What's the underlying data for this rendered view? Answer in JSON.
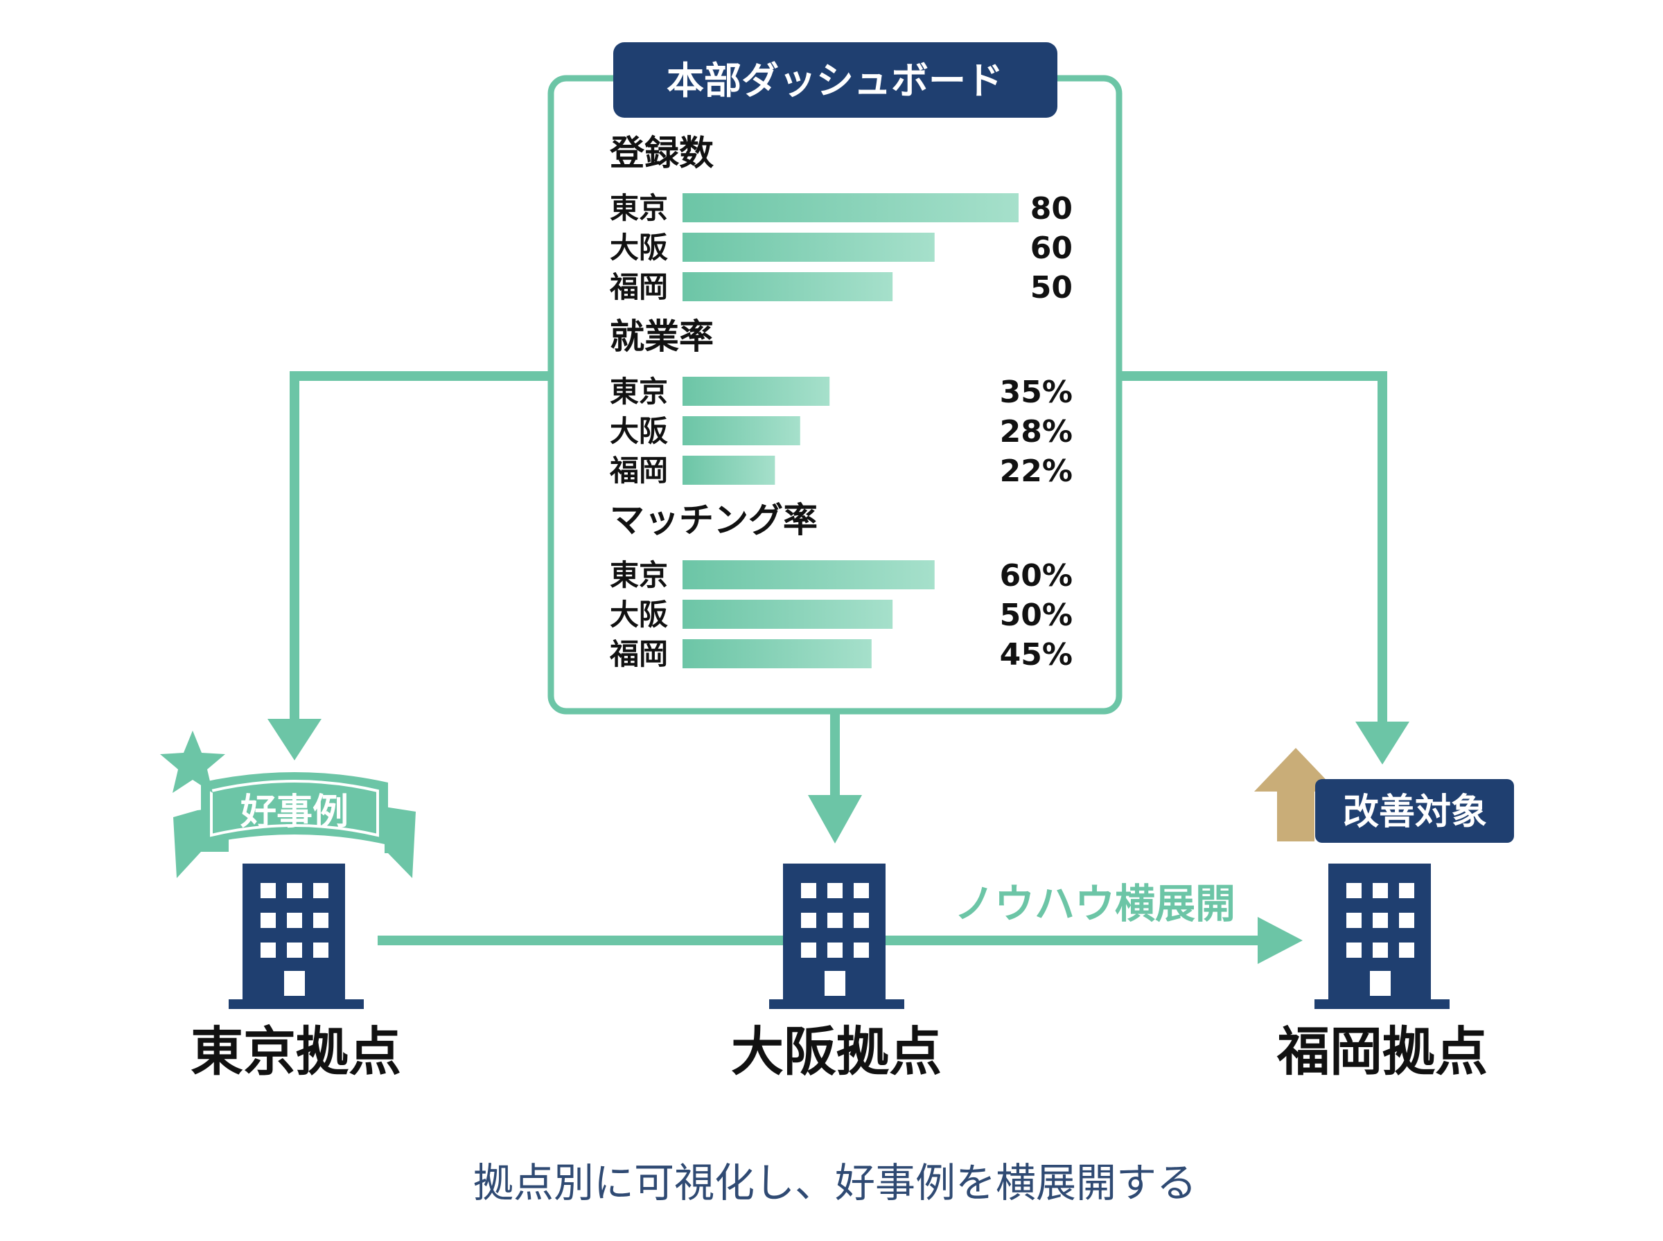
{
  "colors": {
    "green": "#6cc5a6",
    "green_light": "#a6e0cb",
    "navy": "#1f3f70",
    "gold": "#c9ad78",
    "text_dark": "#111111",
    "caption_text": "#2f4a73"
  },
  "dashboard": {
    "title": "本部ダッシュボード",
    "sections": [
      {
        "heading": "登録数",
        "max_value": 80,
        "rows": [
          {
            "label": "東京",
            "value": 80,
            "value_label": "80"
          },
          {
            "label": "大阪",
            "value": 60,
            "value_label": "60"
          },
          {
            "label": "福岡",
            "value": 50,
            "value_label": "50"
          }
        ]
      },
      {
        "heading": "就業率",
        "max_value": 80,
        "rows": [
          {
            "label": "東京",
            "value": 35,
            "value_label": "35%"
          },
          {
            "label": "大阪",
            "value": 28,
            "value_label": "28%"
          },
          {
            "label": "福岡",
            "value": 22,
            "value_label": "22%"
          }
        ]
      },
      {
        "heading": "マッチング率",
        "max_value": 80,
        "rows": [
          {
            "label": "東京",
            "value": 60,
            "value_label": "60%"
          },
          {
            "label": "大阪",
            "value": 50,
            "value_label": "50%"
          },
          {
            "label": "福岡",
            "value": 45,
            "value_label": "45%"
          }
        ]
      }
    ]
  },
  "sites": [
    {
      "id": "tokyo",
      "label": "東京拠点",
      "icon": "office-building-icon"
    },
    {
      "id": "osaka",
      "label": "大阪拠点",
      "icon": "office-building-icon"
    },
    {
      "id": "fukuoka",
      "label": "福岡拠点",
      "icon": "office-building-icon"
    }
  ],
  "tokyo_badge": {
    "label": "好事例",
    "icon": "star-icon"
  },
  "fukuoka_badge": {
    "label": "改善対象",
    "icon": "up-arrow-icon"
  },
  "knowhow_arrow_label": "ノウハウ横展開",
  "caption": "拠点別に可視化し、好事例を横展開する"
}
